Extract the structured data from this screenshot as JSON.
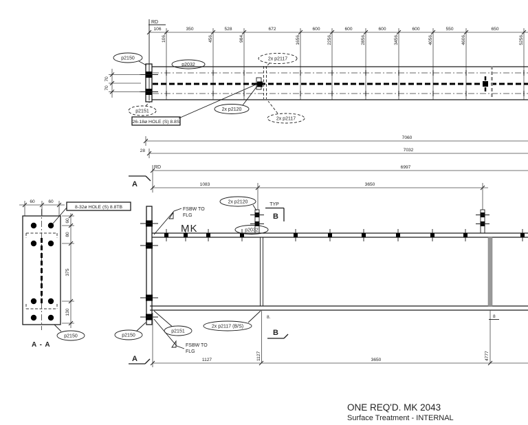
{
  "plan": {
    "rd": "RD",
    "seg": [
      "106",
      "350",
      "528",
      "672",
      "600",
      "600",
      "600",
      "600",
      "550",
      "650"
    ],
    "cum": [
      "106",
      "456",
      "984",
      "1656",
      "2256",
      "2856",
      "3456",
      "4056",
      "4606",
      "5256"
    ],
    "dim70a": "70",
    "dim70b": "70",
    "p2150": "p2150",
    "p2032": "p2032",
    "p2151": "p2151",
    "p2120": "2x p2120",
    "p2117_top": "2x p2117",
    "p2117_bot": "2x p2117",
    "hole_note": "26-18ø HOLE (S) 8.8S"
  },
  "elev": {
    "d7060": "7060",
    "d7032": "7032",
    "d6997": "6997",
    "d28": "28",
    "rd": "RD",
    "d1083": "1083",
    "d3650a": "3650",
    "d1127": "1127",
    "d3650b": "3650",
    "c1127": "1127",
    "c4777": "4777",
    "mk": "MK",
    "p2032": "p2032",
    "p2120": "2x p2120",
    "p2150": "p2150",
    "p2151": "p2151",
    "p2117bs": "2x p2117 (B/S)",
    "weld1": "FSBW TO",
    "weld2": "FLG",
    "typ": "TYP",
    "a": "A",
    "b": "B",
    "t8a": "8.",
    "t8b": "8"
  },
  "aa": {
    "title": "A - A",
    "d60a": "60",
    "d60b": "60",
    "s60": "60",
    "s80": "80",
    "s375": "375",
    "s130": "130",
    "hole_note": "8-32ø HOLE (S) 8.8TB",
    "p2150": "p2150"
  },
  "note": {
    "line1": "ONE REQ'D. MK 2043",
    "line2": "Surface Treatment - INTERNAL"
  }
}
